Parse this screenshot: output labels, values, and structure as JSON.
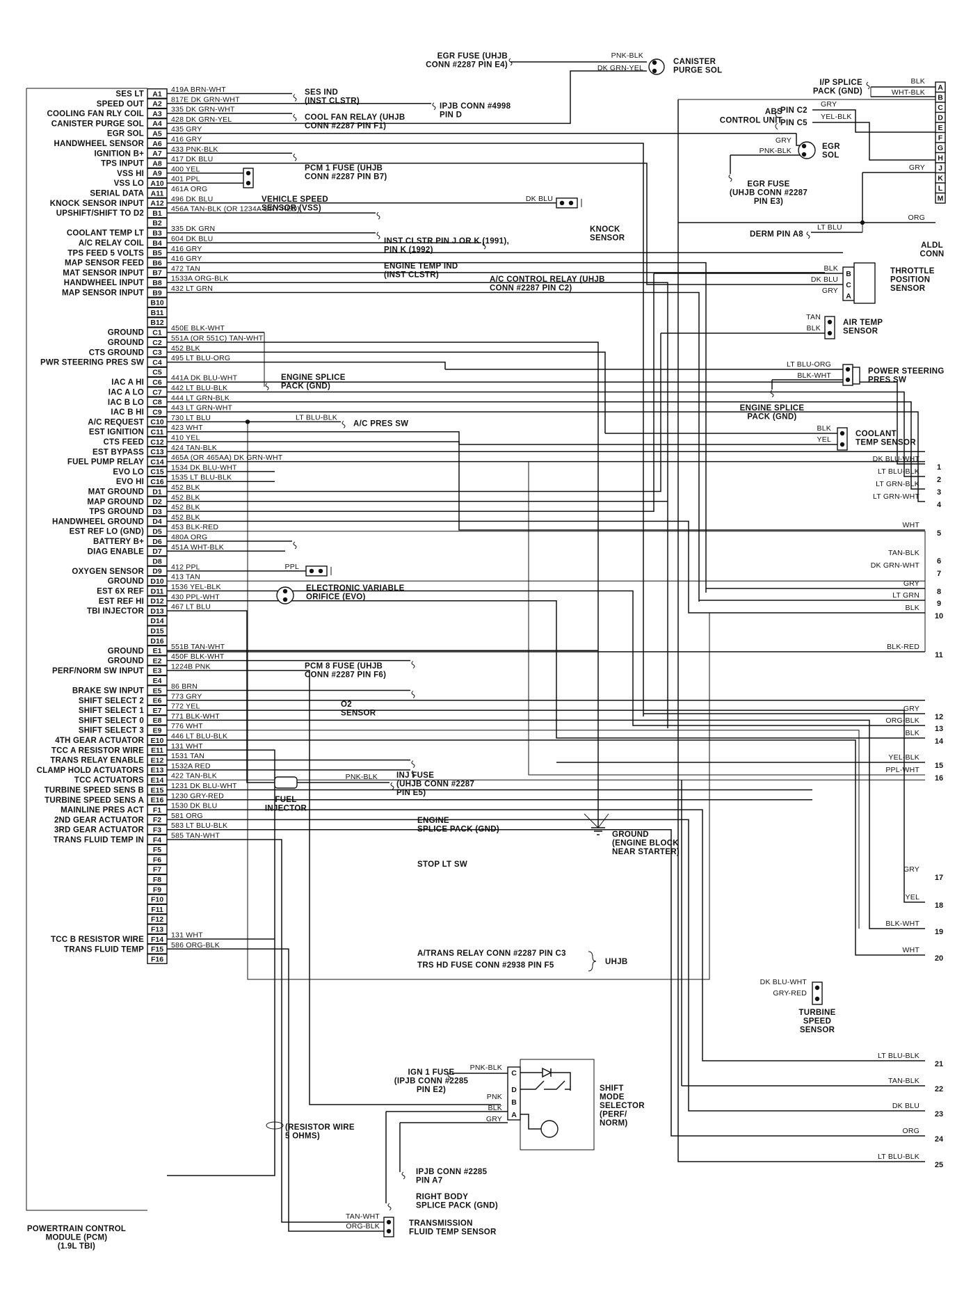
{
  "pcm": {
    "title_lines": [
      "POWERTRAIN CONTROL",
      "MODULE (PCM)",
      "(1.9L TBI)"
    ],
    "pins": [
      {
        "pin": "A1",
        "label": "SES LT",
        "wire": "419A BRN-WHT"
      },
      {
        "pin": "A2",
        "label": "SPEED OUT",
        "wire": "817E DK GRN-WHT"
      },
      {
        "pin": "A3",
        "label": "COOLING FAN RLY COIL",
        "wire": "335 DK GRN-WHT"
      },
      {
        "pin": "A4",
        "label": "CANISTER PURGE SOL",
        "wire": "428 DK GRN-YEL"
      },
      {
        "pin": "A5",
        "label": "EGR SOL",
        "wire": "435 GRY"
      },
      {
        "pin": "A6",
        "label": "HANDWHEEL SENSOR",
        "wire": "416 GRY"
      },
      {
        "pin": "A7",
        "label": "IGNITION B+",
        "wire": "433 PNK-BLK"
      },
      {
        "pin": "A8",
        "label": "TPS INPUT",
        "wire": "417 DK BLU"
      },
      {
        "pin": "A9",
        "label": "VSS HI",
        "wire": "400 YEL"
      },
      {
        "pin": "A10",
        "label": "VSS LO",
        "wire": "401 PPL"
      },
      {
        "pin": "A11",
        "label": "SERIAL DATA",
        "wire": "461A ORG"
      },
      {
        "pin": "A12",
        "label": "KNOCK SENSOR INPUT",
        "wire": "496 DK BLU"
      },
      {
        "pin": "B1",
        "label": "UPSHIFT/SHIFT TO D2",
        "wire": "456A TAN-BLK (OR 1234A GRY-RED)"
      },
      {
        "pin": "B2",
        "label": "",
        "wire": ""
      },
      {
        "pin": "B3",
        "label": "COOLANT TEMP LT",
        "wire": "335 DK GRN"
      },
      {
        "pin": "B4",
        "label": "A/C RELAY COIL",
        "wire": "604 DK BLU"
      },
      {
        "pin": "B5",
        "label": "TPS FEED 5 VOLTS",
        "wire": "416 GRY"
      },
      {
        "pin": "B6",
        "label": "MAP SENSOR FEED",
        "wire": "416 GRY"
      },
      {
        "pin": "B7",
        "label": "MAT SENSOR INPUT",
        "wire": "472 TAN"
      },
      {
        "pin": "B8",
        "label": "HANDWHEEL INPUT",
        "wire": "1533A ORG-BLK"
      },
      {
        "pin": "B9",
        "label": "MAP SENSOR INPUT",
        "wire": "432 LT GRN"
      },
      {
        "pin": "B10",
        "label": "",
        "wire": ""
      },
      {
        "pin": "B11",
        "label": "",
        "wire": ""
      },
      {
        "pin": "B12",
        "label": "",
        "wire": ""
      },
      {
        "pin": "C1",
        "label": "GROUND",
        "wire": "450E BLK-WHT"
      },
      {
        "pin": "C2",
        "label": "GROUND",
        "wire": "551A (OR 551C) TAN-WHT"
      },
      {
        "pin": "C3",
        "label": "CTS GROUND",
        "wire": "452 BLK"
      },
      {
        "pin": "C4",
        "label": "PWR STEERING PRES SW",
        "wire": "495 LT BLU-ORG"
      },
      {
        "pin": "C5",
        "label": "",
        "wire": ""
      },
      {
        "pin": "C6",
        "label": "IAC A HI",
        "wire": "441A DK BLU-WHT"
      },
      {
        "pin": "C7",
        "label": "IAC A LO",
        "wire": "442 LT BLU-BLK"
      },
      {
        "pin": "C8",
        "label": "IAC B LO",
        "wire": "444 LT GRN-BLK"
      },
      {
        "pin": "C9",
        "label": "IAC B HI",
        "wire": "443 LT GRN-WHT"
      },
      {
        "pin": "C10",
        "label": "A/C REQUEST",
        "wire": "730 LT BLU"
      },
      {
        "pin": "C11",
        "label": "EST IGNITION",
        "wire": "423 WHT"
      },
      {
        "pin": "C12",
        "label": "CTS FEED",
        "wire": "410 YEL"
      },
      {
        "pin": "C13",
        "label": "EST BYPASS",
        "wire": "424 TAN-BLK"
      },
      {
        "pin": "C14",
        "label": "FUEL PUMP RELAY",
        "wire": "465A (OR 465AA) DK GRN-WHT"
      },
      {
        "pin": "C15",
        "label": "EVO LO",
        "wire": "1534 DK BLU-WHT"
      },
      {
        "pin": "C16",
        "label": "EVO HI",
        "wire": "1535 LT BLU-BLK"
      },
      {
        "pin": "D1",
        "label": "MAT GROUND",
        "wire": "452 BLK"
      },
      {
        "pin": "D2",
        "label": "MAP GROUND",
        "wire": "452 BLK"
      },
      {
        "pin": "D3",
        "label": "TPS GROUND",
        "wire": "452 BLK"
      },
      {
        "pin": "D4",
        "label": "HANDWHEEL GROUND",
        "wire": "452 BLK"
      },
      {
        "pin": "D5",
        "label": "EST REF LO (GND)",
        "wire": "453 BLK-RED"
      },
      {
        "pin": "D6",
        "label": "BATTERY B+",
        "wire": "480A ORG"
      },
      {
        "pin": "D7",
        "label": "DIAG ENABLE",
        "wire": "451A WHT-BLK"
      },
      {
        "pin": "D8",
        "label": "",
        "wire": ""
      },
      {
        "pin": "D9",
        "label": "OXYGEN SENSOR",
        "wire": "412 PPL"
      },
      {
        "pin": "D10",
        "label": "GROUND",
        "wire": "413 TAN"
      },
      {
        "pin": "D11",
        "label": "EST 6X REF",
        "wire": "1536 YEL-BLK"
      },
      {
        "pin": "D12",
        "label": "EST REF HI",
        "wire": "430 PPL-WHT"
      },
      {
        "pin": "D13",
        "label": "TBI INJECTOR",
        "wire": "467 LT BLU"
      },
      {
        "pin": "D14",
        "label": "",
        "wire": ""
      },
      {
        "pin": "D15",
        "label": "",
        "wire": ""
      },
      {
        "pin": "D16",
        "label": "",
        "wire": ""
      },
      {
        "pin": "E1",
        "label": "GROUND",
        "wire": "551B TAN-WHT"
      },
      {
        "pin": "E2",
        "label": "GROUND",
        "wire": "450F BLK-WHT"
      },
      {
        "pin": "E3",
        "label": "PERF/NORM SW INPUT",
        "wire": "1224B PNK"
      },
      {
        "pin": "E4",
        "label": "",
        "wire": ""
      },
      {
        "pin": "E5",
        "label": "BRAKE SW INPUT",
        "wire": "86 BRN"
      },
      {
        "pin": "E6",
        "label": "SHIFT SELECT 2",
        "wire": "773 GRY"
      },
      {
        "pin": "E7",
        "label": "SHIFT SELECT 1",
        "wire": "772 YEL"
      },
      {
        "pin": "E8",
        "label": "SHIFT SELECT 0",
        "wire": "771 BLK-WHT"
      },
      {
        "pin": "E9",
        "label": "SHIFT SELECT 3",
        "wire": "776 WHT"
      },
      {
        "pin": "E10",
        "label": "4TH GEAR ACTUATOR",
        "wire": "446 LT BLU-BLK"
      },
      {
        "pin": "E11",
        "label": "TCC A RESISTOR WIRE",
        "wire": "131 WHT"
      },
      {
        "pin": "E12",
        "label": "TRANS RELAY ENABLE",
        "wire": "1531 TAN"
      },
      {
        "pin": "E13",
        "label": "CLAMP HOLD ACTUATORS",
        "wire": "1532A RED"
      },
      {
        "pin": "E14",
        "label": "TCC ACTUATORS",
        "wire": "422 TAN-BLK"
      },
      {
        "pin": "E15",
        "label": "TURBINE SPEED SENS B",
        "wire": "1231 DK BLU-WHT"
      },
      {
        "pin": "E16",
        "label": "TURBINE SPEED SENS A",
        "wire": "1230 GRY-RED"
      },
      {
        "pin": "F1",
        "label": "MAINLINE PRES ACT",
        "wire": "1530 DK BLU"
      },
      {
        "pin": "F2",
        "label": "2ND GEAR ACTUATOR",
        "wire": "581 ORG"
      },
      {
        "pin": "F3",
        "label": "3RD GEAR ACTUATOR",
        "wire": "583 LT BLU-BLK"
      },
      {
        "pin": "F4",
        "label": "TRANS FLUID TEMP IN",
        "wire": "585 TAN-WHT"
      },
      {
        "pin": "F5",
        "label": "",
        "wire": ""
      },
      {
        "pin": "F6",
        "label": "",
        "wire": ""
      },
      {
        "pin": "F7",
        "label": "",
        "wire": ""
      },
      {
        "pin": "F8",
        "label": "",
        "wire": ""
      },
      {
        "pin": "F9",
        "label": "",
        "wire": ""
      },
      {
        "pin": "F10",
        "label": "",
        "wire": ""
      },
      {
        "pin": "F11",
        "label": "",
        "wire": ""
      },
      {
        "pin": "F12",
        "label": "",
        "wire": ""
      },
      {
        "pin": "F13",
        "label": "",
        "wire": ""
      },
      {
        "pin": "F14",
        "label": "TCC B RESISTOR WIRE",
        "wire": "131 WHT"
      },
      {
        "pin": "F15",
        "label": "TRANS FLUID TEMP",
        "wire": "586 ORG-BLK"
      },
      {
        "pin": "F16",
        "label": "",
        "wire": ""
      }
    ]
  },
  "labels": {
    "egr_fuse_top": [
      "EGR FUSE (UHJB",
      "CONN #2287 PIN E4)"
    ],
    "canister": [
      "CANISTER",
      "PURGE SOL"
    ],
    "canister_wire1": "PNK-BLK",
    "canister_wire2": "DK GRN-YEL",
    "ses_ind": [
      "SES IND",
      "(INST CLSTR)"
    ],
    "ipjb_4998": [
      "IPJB CONN #4998",
      "PIN D"
    ],
    "cool_fan": [
      "COOL FAN RELAY (UHJB",
      "CONN #2287 PIN F1)"
    ],
    "pcm1_fuse": [
      "PCM 1 FUSE (UHJB",
      "CONN #2287 PIN B7)"
    ],
    "vss": [
      "VEHICLE SPEED",
      "SENSOR (VSS)"
    ],
    "knock_wire": "DK BLU",
    "knock": [
      "KNOCK",
      "SENSOR"
    ],
    "inst_clstr_jk": [
      "INST CLSTR PIN J OR K (1991),",
      "PIN K (1992)"
    ],
    "engine_temp": [
      "ENGINE TEMP IND",
      "(INST CLSTR)"
    ],
    "ac_relay": [
      "A/C CONTROL RELAY (UHJB",
      "CONN #2287 PIN C2)"
    ],
    "engine_splice_c": [
      "ENGINE SPLICE",
      "PACK (GND)"
    ],
    "ac_pres_wire": "LT BLU-BLK",
    "ac_pres": "A/C PRES SW",
    "evo": [
      "ELECTRONIC VARIABLE",
      "ORIFICE (EVO)"
    ],
    "pcm8_fuse": [
      "PCM 8 FUSE (UHJB",
      "CONN #2287 PIN F6)"
    ],
    "o2_wire": "PPL",
    "o2": [
      "O2",
      "SENSOR"
    ],
    "fuel_inj": [
      "FUEL",
      "INJECTOR"
    ],
    "inj_wire": "PNK-BLK",
    "inj_fuse": [
      "INJ FUSE",
      "(UHJB CONN #2287",
      "PIN E5)"
    ],
    "engine_splice_e": [
      "ENGINE",
      "SPLICE PACK (GND)"
    ],
    "ground_block": [
      "GROUND",
      "(ENGINE BLOCK",
      "NEAR STARTER)"
    ],
    "stop_lt": "STOP LT SW",
    "atrans_relay": "A/TRANS RELAY CONN #2287 PIN C3",
    "trs_hd": "TRS HD FUSE CONN #2938 PIN F5",
    "uhjb": "UHJB",
    "turbine": [
      "TURBINE",
      "SPEED",
      "SENSOR"
    ],
    "turbine_w1": "DK BLU-WHT",
    "turbine_w2": "GRY-RED",
    "ign1_fuse": [
      "IGN 1 FUSE",
      "(IPJB CONN #2285",
      "PIN E2)"
    ],
    "ign_wire": "PNK-BLK",
    "shift_mode": [
      "SHIFT",
      "MODE",
      "SELECTOR",
      "(PERF/",
      "NORM)"
    ],
    "sm_wires": [
      "PNK",
      "BLK",
      "GRY"
    ],
    "sm_pins": [
      "C",
      "D",
      "B",
      "A"
    ],
    "resistor": [
      "(RESISTOR WIRE",
      "5 OHMS)"
    ],
    "ipjb_2285": [
      "IPJB CONN #2285",
      "PIN A7"
    ],
    "right_body": [
      "RIGHT BODY",
      "SPLICE PACK (GND)"
    ],
    "tft_wires": [
      "TAN-WHT",
      "ORG-BLK"
    ],
    "tft": [
      "TRANSMISSION",
      "FLUID TEMP SENSOR"
    ],
    "ip_splice": [
      "I/P SPLICE",
      "PACK (GND)"
    ],
    "aldl_w_blk": "BLK",
    "aldl_w_whtblk": "WHT-BLK",
    "abs": [
      "ABS",
      "CONTROL UNIT"
    ],
    "abs_pins": [
      "PIN C2",
      "PIN C5"
    ],
    "abs_wires": [
      "GRY",
      "YEL-BLK"
    ],
    "egr_sol_wires": [
      "GRY",
      "PNK-BLK"
    ],
    "egr_sol": [
      "EGR",
      "SOL"
    ],
    "egr_fuse_right": [
      "EGR FUSE",
      "(UHJB CONN #2287",
      "PIN E3)"
    ],
    "aldl_gry": "GRY",
    "aldl_org": "ORG",
    "derm": "DERM PIN A8",
    "derm_wire": "LT BLU",
    "aldl": [
      "ALDL",
      "CONN"
    ],
    "aldl_pins": [
      "A",
      "B",
      "C",
      "D",
      "E",
      "F",
      "G",
      "H",
      "J",
      "K",
      "L",
      "M"
    ],
    "tps_wires": [
      "BLK",
      "DK BLU",
      "GRY"
    ],
    "tps_pins": [
      "B",
      "C",
      "A"
    ],
    "tps": [
      "THROTTLE",
      "POSITION",
      "SENSOR"
    ],
    "air_wires": [
      "TAN",
      "BLK"
    ],
    "air": [
      "AIR TEMP",
      "SENSOR"
    ],
    "ps_wires": [
      "LT BLU-ORG",
      "BLK-WHT"
    ],
    "ps": [
      "POWER STEERING",
      "PRES SW"
    ],
    "engine_splice_r": [
      "ENGINE SPLICE",
      "PACK (GND)"
    ],
    "cts_wires": [
      "BLK",
      "YEL"
    ],
    "cts": [
      "COOLANT",
      "TEMP SENSOR"
    ]
  },
  "right_terminals": [
    {
      "wire": "DK BLU-WHT",
      "num": "1"
    },
    {
      "wire": "LT BLU-BLK",
      "num": "2"
    },
    {
      "wire": "LT GRN-BLK",
      "num": "3"
    },
    {
      "wire": "LT GRN-WHT",
      "num": "4"
    },
    {
      "wire": "WHT",
      "num": "5"
    },
    {
      "wire": "TAN-BLK",
      "num": "6"
    },
    {
      "wire": "DK GRN-WHT",
      "num": "7"
    },
    {
      "wire": "GRY",
      "num": "8"
    },
    {
      "wire": "LT GRN",
      "num": "9"
    },
    {
      "wire": "BLK",
      "num": "10"
    },
    {
      "wire": "BLK-RED",
      "num": "11"
    },
    {
      "wire": "GRY",
      "num": "12"
    },
    {
      "wire": "ORG-BLK",
      "num": "13"
    },
    {
      "wire": "BLK",
      "num": "14"
    },
    {
      "wire": "YEL-BLK",
      "num": "15"
    },
    {
      "wire": "PPL-WHT",
      "num": "16"
    },
    {
      "wire": "GRY",
      "num": "17"
    },
    {
      "wire": "YEL",
      "num": "18"
    },
    {
      "wire": "BLK-WHT",
      "num": "19"
    },
    {
      "wire": "WHT",
      "num": "20"
    },
    {
      "wire": "LT BLU-BLK",
      "num": "21"
    },
    {
      "wire": "TAN-BLK",
      "num": "22"
    },
    {
      "wire": "DK BLU",
      "num": "23"
    },
    {
      "wire": "ORG",
      "num": "24"
    },
    {
      "wire": "LT BLU-BLK",
      "num": "25"
    }
  ]
}
